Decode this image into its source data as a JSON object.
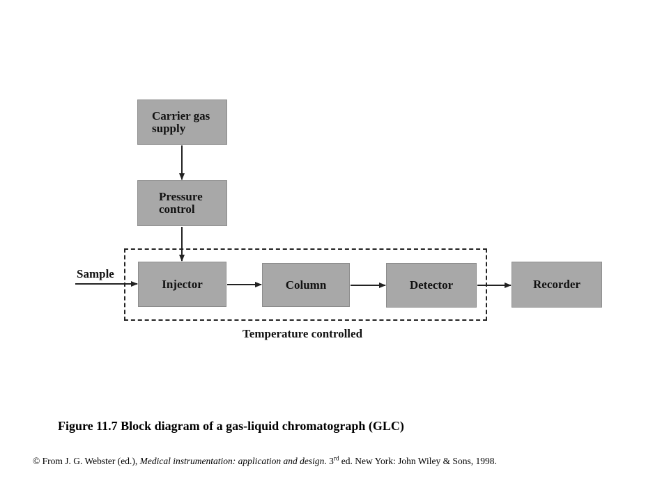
{
  "diagram": {
    "blocks": {
      "carrier_gas_supply": "Carrier gas\nsupply",
      "pressure_control": "Pressure\ncontrol",
      "injector": "Injector",
      "column": "Column",
      "detector": "Detector",
      "recorder": "Recorder"
    },
    "input_label": "Sample",
    "enclosure_label": "Temperature controlled",
    "colors": {
      "block_fill": "#a8a8a8",
      "line": "#222222"
    }
  },
  "caption": {
    "text": "Figure 11.7  Block diagram of a gas-liquid chromatograph (GLC)"
  },
  "credit": {
    "prefix": "© From J. G. Webster (ed.), ",
    "book_title": "Medical instrumentation: application and design",
    "edition_number": ". 3",
    "edition_suffix": "rd",
    "rest": " ed. New York: John Wiley & Sons, 1998."
  }
}
